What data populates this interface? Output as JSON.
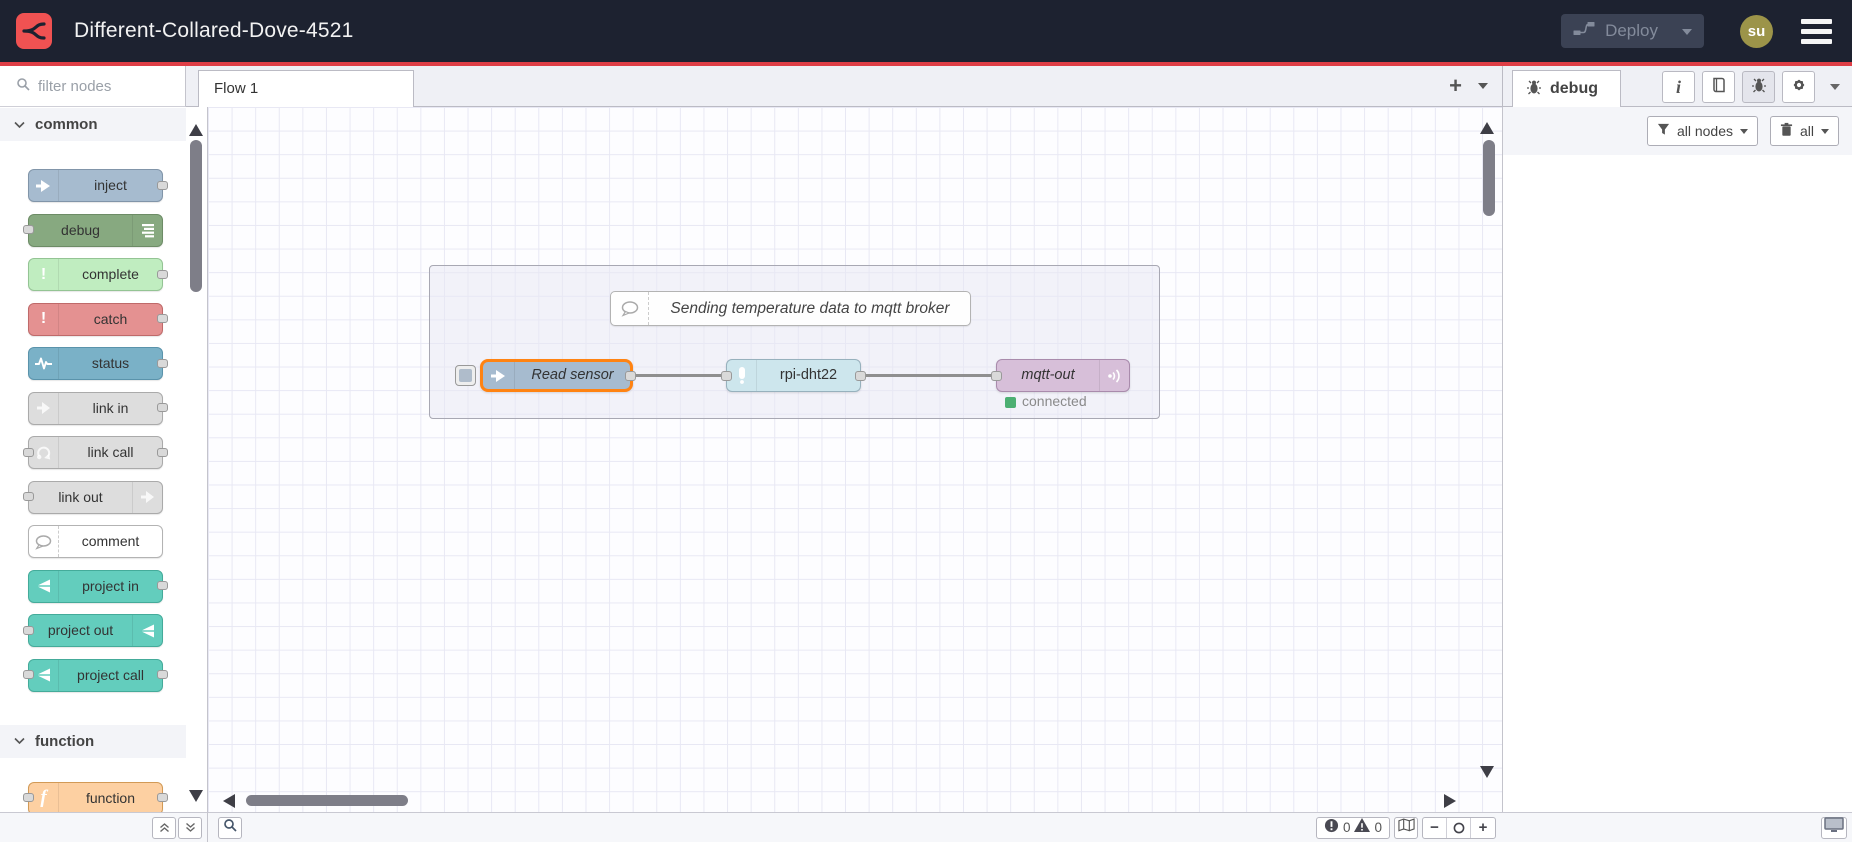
{
  "header": {
    "title": "Different-Collared-Dove-4521",
    "deploy_label": "Deploy",
    "avatar_text": "su"
  },
  "colors": {
    "header_bg": "#1d2230",
    "accent_red": "#df3e46",
    "logo_red": "#f05252",
    "selected_node_orange": "#ff8312",
    "status_connected_green": "#4caf72",
    "wire_gray": "#8f8f8f"
  },
  "palette": {
    "filter_placeholder": "filter nodes",
    "categories": [
      {
        "label": "common",
        "nodes": [
          {
            "label": "inject",
            "color": "#a6bbcf",
            "border": "#8195a9",
            "icon": "inject-arrow-icon",
            "icon_side": "left",
            "ports": "out"
          },
          {
            "label": "debug",
            "color": "#87a980",
            "border": "#6d8c66",
            "icon": "debug-levels-icon",
            "icon_side": "right",
            "ports": "in"
          },
          {
            "label": "complete",
            "color": "#c0edc0",
            "border": "#94c494",
            "icon": "exclamation-icon",
            "icon_side": "left",
            "ports": "out"
          },
          {
            "label": "catch",
            "color": "#e49191",
            "border": "#bf6a6a",
            "icon": "exclamation-icon",
            "icon_side": "left",
            "ports": "out"
          },
          {
            "label": "status",
            "color": "#7ab1c7",
            "border": "#5a93ab",
            "icon": "pulse-icon",
            "icon_side": "left",
            "ports": "out"
          },
          {
            "label": "link in",
            "color": "#dddddd",
            "border": "#aaaaaa",
            "icon": "link-arrow-icon",
            "icon_side": "left",
            "ports": "out"
          },
          {
            "label": "link call",
            "color": "#dddddd",
            "border": "#aaaaaa",
            "icon": "link-call-icon",
            "icon_side": "left",
            "ports": "both"
          },
          {
            "label": "link out",
            "color": "#dddddd",
            "border": "#aaaaaa",
            "icon": "link-arrow-icon",
            "icon_side": "right",
            "ports": "in"
          },
          {
            "label": "comment",
            "color": "#ffffff",
            "border": "#b3b3b3",
            "icon": "comment-bubble-icon",
            "icon_side": "left",
            "ports": "none",
            "comment": true
          },
          {
            "label": "project in",
            "color": "#63cdbd",
            "border": "#44ab9a",
            "icon": "project-icon",
            "icon_side": "left",
            "ports": "out"
          },
          {
            "label": "project out",
            "color": "#63cdbd",
            "border": "#44ab9a",
            "icon": "project-icon",
            "icon_side": "right",
            "ports": "in"
          },
          {
            "label": "project call",
            "color": "#63cdbd",
            "border": "#44ab9a",
            "icon": "project-icon",
            "icon_side": "left",
            "ports": "both"
          }
        ]
      },
      {
        "label": "function",
        "nodes": [
          {
            "label": "function",
            "color": "#fdd0a2",
            "border": "#d29a56",
            "icon": "function-f-icon",
            "icon_side": "left",
            "ports": "both"
          }
        ]
      }
    ]
  },
  "workspace": {
    "tab_label": "Flow 1",
    "add_flow_label": "+",
    "comment_text": "Sending temperature data to mqtt broker",
    "inject_label": "Read sensor",
    "sensor_label": "rpi-dht22",
    "mqtt_label": "mqtt-out",
    "status_text": "connected"
  },
  "sidebar": {
    "tab_label": "debug",
    "filter_button_label": "all nodes",
    "clear_button_label": "all"
  },
  "statusbar": {
    "error_count": "0",
    "warning_count": "0",
    "zoom_out_label": "−",
    "zoom_in_label": "+"
  }
}
